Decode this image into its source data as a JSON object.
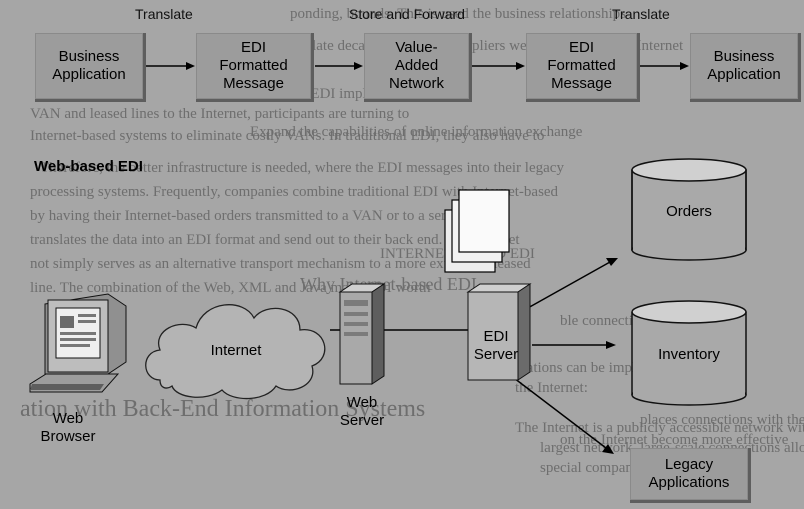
{
  "top_flow": {
    "step_labels": [
      "Translate",
      "Store and Forward",
      "Translate"
    ],
    "boxes": [
      {
        "lines": [
          "Business",
          "Application"
        ]
      },
      {
        "lines": [
          "EDI",
          "Formatted",
          "Message"
        ]
      },
      {
        "lines": [
          "Value-",
          "Added",
          "Network"
        ]
      },
      {
        "lines": [
          "EDI",
          "Formatted",
          "Message"
        ]
      },
      {
        "lines": [
          "Business",
          "Application"
        ]
      }
    ]
  },
  "web_section": {
    "title": "Web-based EDI",
    "nodes": {
      "web_browser": [
        "Web",
        "Browser"
      ],
      "internet": [
        "Internet"
      ],
      "web_server": [
        "Web",
        "Server"
      ],
      "edi_server": [
        "EDI",
        "Server"
      ],
      "orders": [
        "Orders"
      ],
      "inventory": [
        "Inventory"
      ],
      "legacy": [
        "Legacy",
        "Applications"
      ]
    }
  },
  "background_text": [
    "ponding, bounds. This is used the business relationships",
    "the late decades. By 1987, suppliers were able to become Internet",
    "VAN and leased lines to the Internet, participants are turning to",
    "Internet-based systems to eliminate costly VANs. In traditional EDI, they also have to",
    "Suppliers EDI implementation",
    "Expand the capabilities of online information exchange",
    "Therefore, the better infrastructure is needed, where the EDI messages into their legacy",
    "processing systems. Frequently, companies combine traditional EDI with Internet-based",
    "by having their Internet-based orders transmitted to a VAN or to a server that",
    "translates the data into an EDI format and send out to their back end. The Internet",
    "not simply serves as an alternative transport mechanism to a more expensive leased",
    "line. The combination of the Web, XML and Java make EDI worth",
    "Why Internet-based EDI",
    "INTERNET-BASED EDI",
    "ble connectivity for",
    "the Internet:",
    "The Internet is a publicly accessible network with few geographical",
    "largest network, large-scale connections allow",
    "special company networking ser-",
    "ation with Back-End Information Systems",
    "places connections with the",
    "on the Internet become more effective",
    "zations can be implemented"
  ]
}
